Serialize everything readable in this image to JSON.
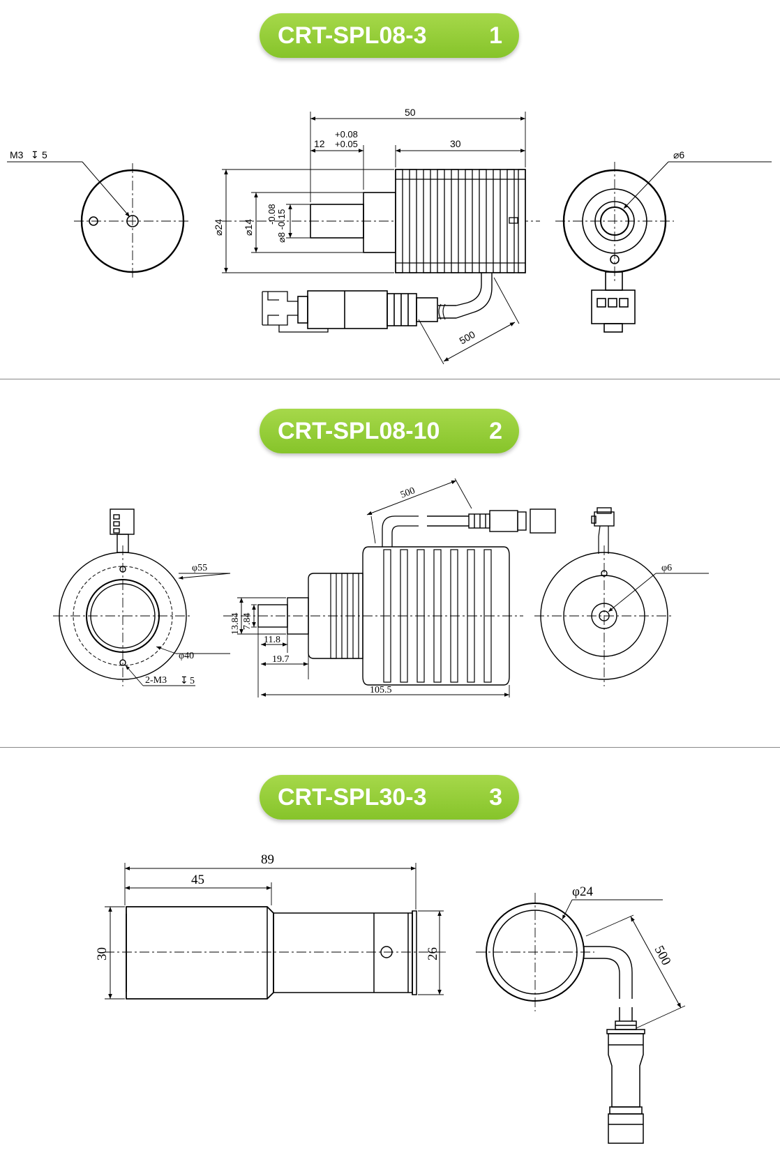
{
  "models": [
    {
      "name": "CRT-SPL08-3",
      "number": "1"
    },
    {
      "name": "CRT-SPL08-10",
      "number": "2"
    },
    {
      "name": "CRT-SPL30-3",
      "number": "3"
    }
  ],
  "drawing1": {
    "thread_note": "M3",
    "thread_depth": "5",
    "dim_length": "50",
    "dim_shaft": "12",
    "tol_upper": "+0.08",
    "tol_lower": "+0.05",
    "dim_fins": "30",
    "dim_body_dia": "⌀24",
    "dim_collar_dia": "⌀14",
    "dim_shaft_dia": "⌀8 -0.15",
    "dim_shaft_tol": "-0.08",
    "dim_cable": "500",
    "dim_aperture": "⌀6"
  },
  "drawing2": {
    "dim_outer_dia": "φ55",
    "dim_inner_dia": "φ40",
    "thread_note": "2-M3",
    "thread_depth": "5",
    "dim_collar": "13.84",
    "dim_shaft_dia": "7.84",
    "dim_shaft_len": "11.8",
    "dim_collar_len": "19.7",
    "dim_length": "105.5",
    "dim_cable": "500",
    "dim_aperture": "φ6"
  },
  "drawing3": {
    "dim_length": "89",
    "dim_body": "45",
    "dim_dia_left": "30",
    "dim_dia_right": "26",
    "dim_front_dia": "φ24",
    "dim_cable": "500"
  }
}
